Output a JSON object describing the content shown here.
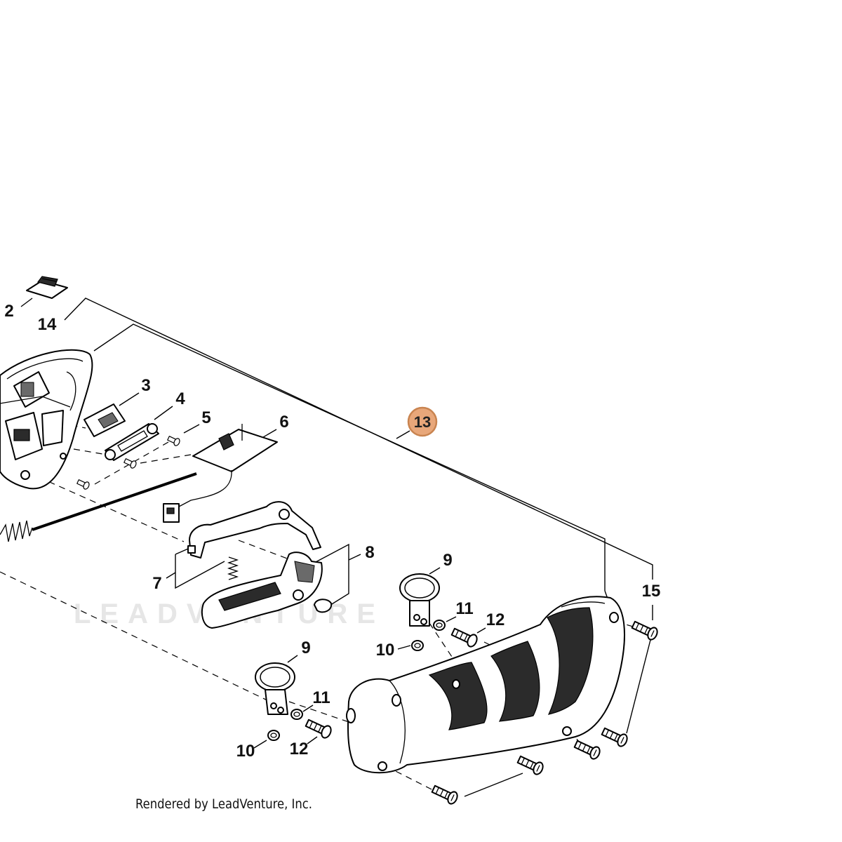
{
  "callouts": [
    "2",
    "14",
    "3",
    "4",
    "5",
    "6",
    "7",
    "8",
    "9",
    "11",
    "12",
    "10",
    "15",
    "9",
    "11",
    "10",
    "12"
  ],
  "highlighted_callout": {
    "label": "13",
    "fill": "#e8a77a",
    "stroke": "#c98450"
  },
  "watermark": "LEADVENTURE",
  "footer": "Rendered by LeadVenture, Inc.",
  "colors": {
    "line": "#000000",
    "part_fill": "#ffffff",
    "part_dark": "#2b2b2b",
    "watermark": "#e6e6e6"
  }
}
